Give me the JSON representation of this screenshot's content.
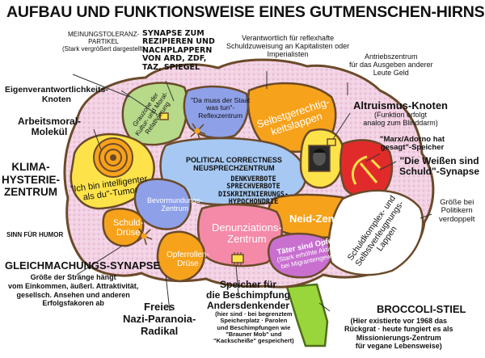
{
  "title": "AUFBAU UND FUNKTIONSWEISE EINES GUTMENSCHEN-HIRNS",
  "colors": {
    "outline": "#6b4a2a",
    "fill_bg": "#f4d9ea",
    "green": "#b7d98a",
    "orange": "#f7a21b",
    "yellow": "#fde24a",
    "blue": "#8ea0e8",
    "light_blue": "#a6c8f2",
    "pink": "#f48aa8",
    "purple": "#c86fd0",
    "red": "#e12b2b",
    "stem": "#99d63b"
  },
  "outer_labels": {
    "meinungstoleranz": [
      "MEINUNGSTOLERANZ-",
      "PARTIKEL",
      "(Stark vergrößert dargestellt)"
    ],
    "synapse_zum": [
      "SYNAPSE ZUM",
      "REZIPIEREN UND",
      "NACHPLAPPERN",
      "VON ARD, ZDF,",
      "TAZ, SPIEGEL"
    ],
    "verantwortlich": [
      "Verantwortlich für reflexhafte",
      "Schuldzuweisung an Kapitalisten oder",
      "Imperialisten"
    ],
    "antriebszentrum": [
      "Antriebszentrum",
      "für das Ausgeben anderer",
      "Leute Geld"
    ],
    "eigenverantwortlichkeit": [
      "Eigenverantwortlichkeits-",
      "Knoten"
    ],
    "arbeitsmoral": [
      "Arbeitsmoral-",
      "Molekül"
    ],
    "altruismus": [
      "Altruismus-Knoten",
      "(Funktion erfolgt",
      "analog zum Blinddarm)"
    ],
    "marx_adorno": [
      "\"Marx/Adorno hat",
      "gesagt\"-Speicher"
    ],
    "die_weissen": [
      "\"Die Weißen sind",
      "Schuld\"-Synapse"
    ],
    "klima_hysterie": [
      "KLIMA-",
      "HYSTERIE-",
      "ZENTRUM"
    ],
    "sinn_fuer_humor": "SINN FÜR HUMOR",
    "groesse_politiker": [
      "Größe bei",
      "Politikern",
      "verdoppelt"
    ],
    "gleichmachung": "GLEICHMACHUNGS-SYNAPSE",
    "gleichmachung_sub": [
      "Größe der Stränge hängt",
      "vom Einkommen, äußerl. Attraktivität,",
      "gesellsch. Ansehen und anderen",
      "Erfolgsfakoren ab"
    ],
    "freies": [
      "Freies",
      "Nazi-Paranoia-",
      "Radikal"
    ],
    "speicher_fuer": [
      "Speicher für",
      "die Beschimpfung",
      "Andersdenkender"
    ],
    "speicher_sub": [
      "(hier sind · bei begrenztem",
      "Speicherplatz · Parolen",
      "und Beschimpfungen wie",
      "\"Brauner Mob\" und",
      "\"Kackscheiße\" gespeichert)"
    ],
    "broccoli": "BROCCOLI-STIEL",
    "broccoli_sub": [
      "(Hier existierte vor 1968 das",
      "Rückgrat · heute fungiert es als",
      "Missionierungs-Zentrum",
      "für vegane Lebensweise)"
    ]
  },
  "inner_labels": {
    "grauzone": [
      "Grauzone der",
      "Kultur- und Moral-",
      "Relativierung"
    ],
    "da_muss": [
      "\"Da muss der Staat",
      "was tun\"-",
      "Reflexzentrum"
    ],
    "selbstgerecht": [
      "Selbstgerechtig-",
      "keitslappen"
    ],
    "political": [
      "POLITICAL CORRECTNESS",
      "NEUSPRECHZENTRUM"
    ],
    "denkverbote": [
      "DENKVERBOTE",
      "SPRECHVERBOTE",
      "DISKRIMINIERUNGS-",
      "HYPOCHONDRIE"
    ],
    "ich_bin": [
      "\"Ich bin intelligenter",
      "als du\"-Tumor"
    ],
    "bevormundungs": [
      "Bevormundungs-",
      "Zentrum"
    ],
    "neid": "Neid-Zentrum",
    "schuld_druese": [
      "Schuld-",
      "Drüse"
    ],
    "denunziations": [
      "Denunziations-",
      "Zentrum"
    ],
    "opferrollen": [
      "Opferrollen-",
      "Drüse"
    ],
    "taeter": [
      "Täter sind Opfer!",
      "(Stark erhöhte Aktivität",
      "bei Migrantengewalt)"
    ],
    "schuldkomplex": [
      "Schuldkomplex- und",
      "Selbstverleugnungs-",
      "Lappen"
    ]
  }
}
